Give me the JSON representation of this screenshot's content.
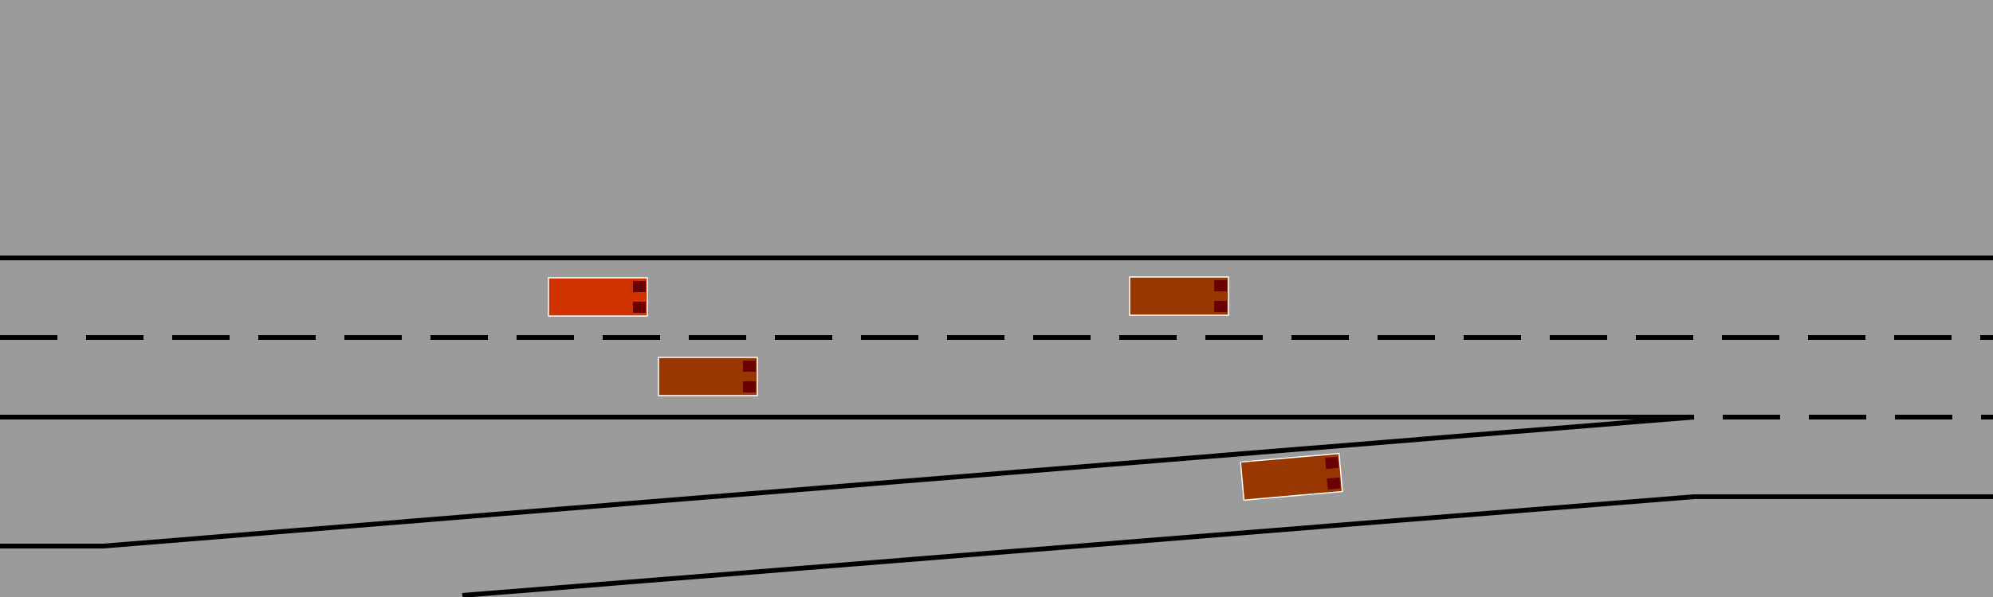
{
  "scene": {
    "name": "highway-merge-simulation"
  },
  "colors": {
    "road": "#9b9b9b",
    "line": "#000000",
    "ego_vehicle": "#d13300",
    "other_vehicle": "#983800",
    "vehicle_outline": "#ffffff",
    "headlight": "#6b0000"
  },
  "vehicles": [
    {
      "role": "ego",
      "color_key": "ego_vehicle",
      "heading_deg": 0
    },
    {
      "role": "other",
      "color_key": "other_vehicle",
      "heading_deg": 0
    },
    {
      "role": "other",
      "color_key": "other_vehicle",
      "heading_deg": 0
    },
    {
      "role": "other",
      "color_key": "other_vehicle",
      "heading_deg": -5
    }
  ]
}
